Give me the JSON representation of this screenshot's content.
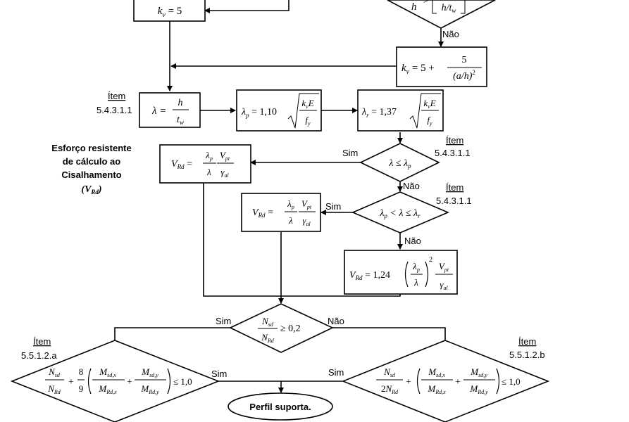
{
  "labels": {
    "item": "Ítem",
    "ref_lambda": "5.4.3.1.1",
    "ref_d1": "5.4.3.1.1",
    "ref_d2": "5.4.3.1.1",
    "ref_left": "5.5.1.2.a",
    "ref_right": "5.5.1.2.b",
    "sim": "Sim",
    "nao": "Não",
    "side_title_1": "Esforço resistente",
    "side_title_2": "de cálculo ao",
    "side_title_3": "Cisalhamento",
    "side_title_symbol": "V",
    "side_title_subscript": "Rd",
    "end": "Perfil suporta."
  },
  "formulas": {
    "kv5": "k_v = 5",
    "top_ratio": "h > [h/t_w]",
    "kv_formula": "k_v = 5 + 5/(a/h)^2",
    "lambda": "λ = h/t_w",
    "lambda_p": "λ_p = 1,10 √(k_v E / f_y)",
    "lambda_r": "λ_r = 1,37 √(k_v E / f_y)",
    "cond1": "λ ≤ λ_p",
    "vrd1": "V_Rd = (λ_p/λ)(V_pt/γ_al)",
    "cond2": "λ_p < λ ≤ λ_r",
    "vrd2": "V_Rd = (λ_p/λ)(V_pt/γ_al)",
    "vrd3": "V_Rd = 1,24 (λ_p/λ)^2 (V_pt/γ_al)",
    "cond3": "N_sd/N_Rd ≥ 0,2",
    "interaction_left": "N_sd/N_Rd + 8/9 (M_sd,x/M_Rd,x + M_sd,y/M_Rd,y) ≤ 1,0",
    "interaction_right": "N_sd/(2N_Rd) + (M_sd,x/M_Rd,x + M_sd,y/M_Rd,y) ≤ 1,0"
  }
}
